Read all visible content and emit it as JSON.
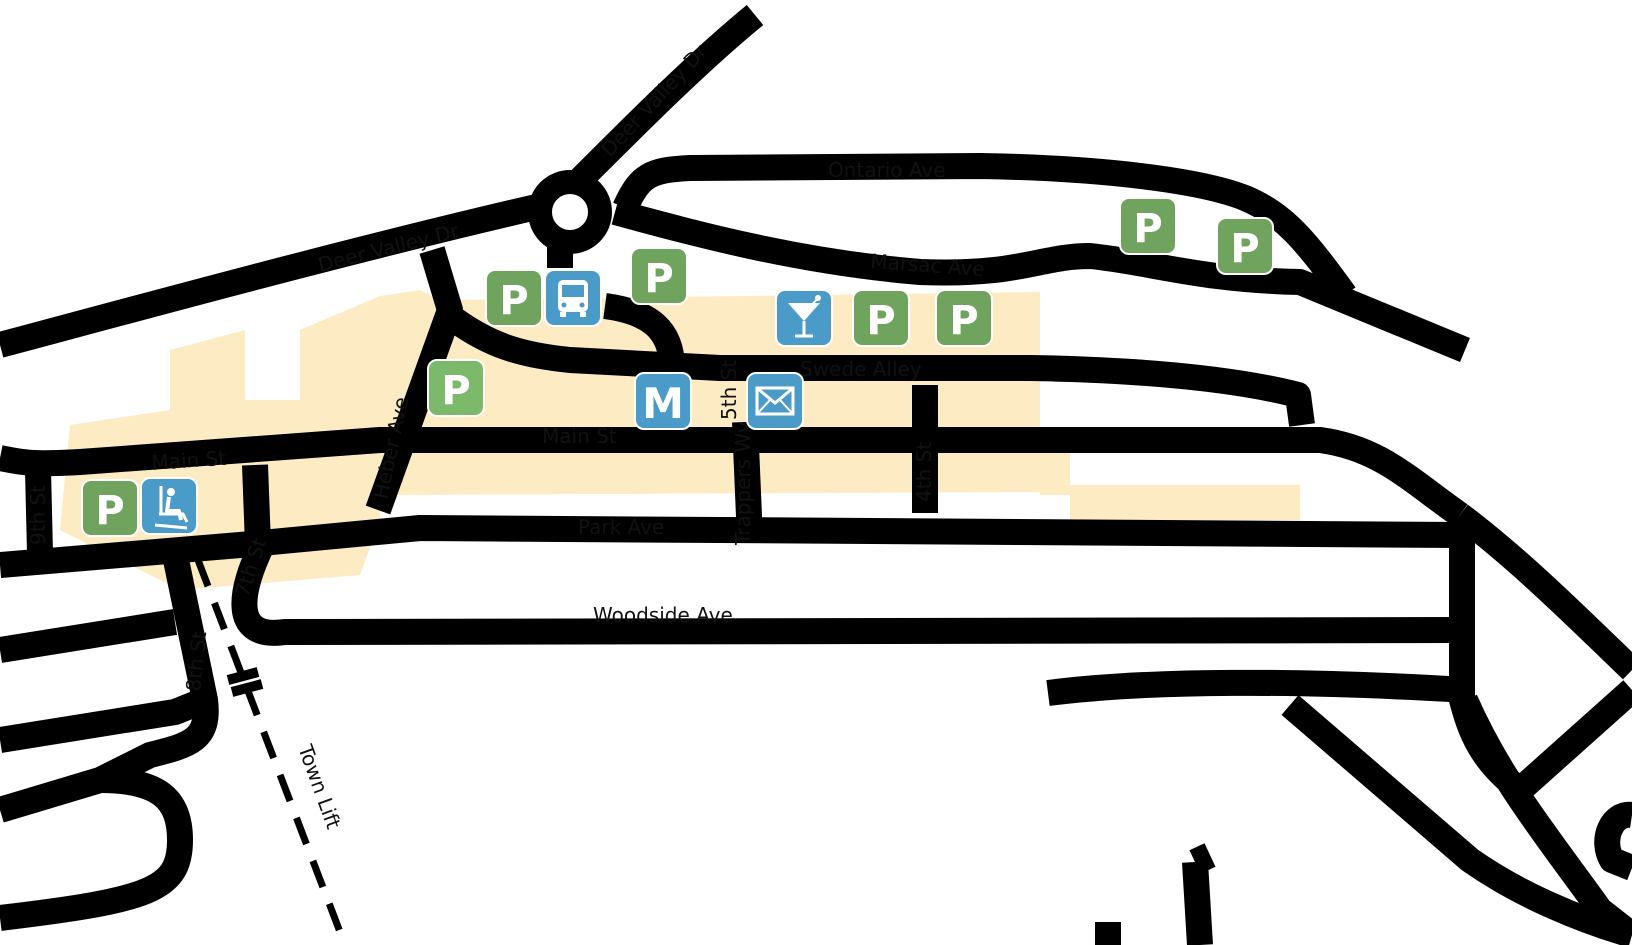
{
  "colors": {
    "road": "#000000",
    "district": "#FDEBC4",
    "parking": "#6FA35E",
    "parking_light": "#7CB96A",
    "service": "#4B9BC8",
    "background": "#FFFFFF"
  },
  "streets": {
    "deer_valley_dr_west": "Deer Valley Dr",
    "deer_valley_dr_north": "Deer Valley Dr",
    "ontario_ave": "Ontario Ave",
    "marsac_ave": "Marsac Ave",
    "swede_alley": "Swede Alley",
    "main_st_east": "Main St",
    "main_st_west": "Main St",
    "park_ave": "Park Ave",
    "woodside_ave": "Woodside Ave",
    "heber_ave": "Heber Ave",
    "fifth_st": "5th St",
    "trappers_wy": "Trappers Wy",
    "fourth_st": "4th St",
    "ninth_st": "9th St",
    "seventh_st": "7th St",
    "eighth_st": "8th St",
    "town_lift": "Town Lift"
  },
  "poi": {
    "parking_letter": "P",
    "museum_letter": "M",
    "icons": [
      "parking-icon",
      "bus-icon",
      "cocktail-icon",
      "museum-icon",
      "mail-icon",
      "ski-lift-icon"
    ]
  }
}
